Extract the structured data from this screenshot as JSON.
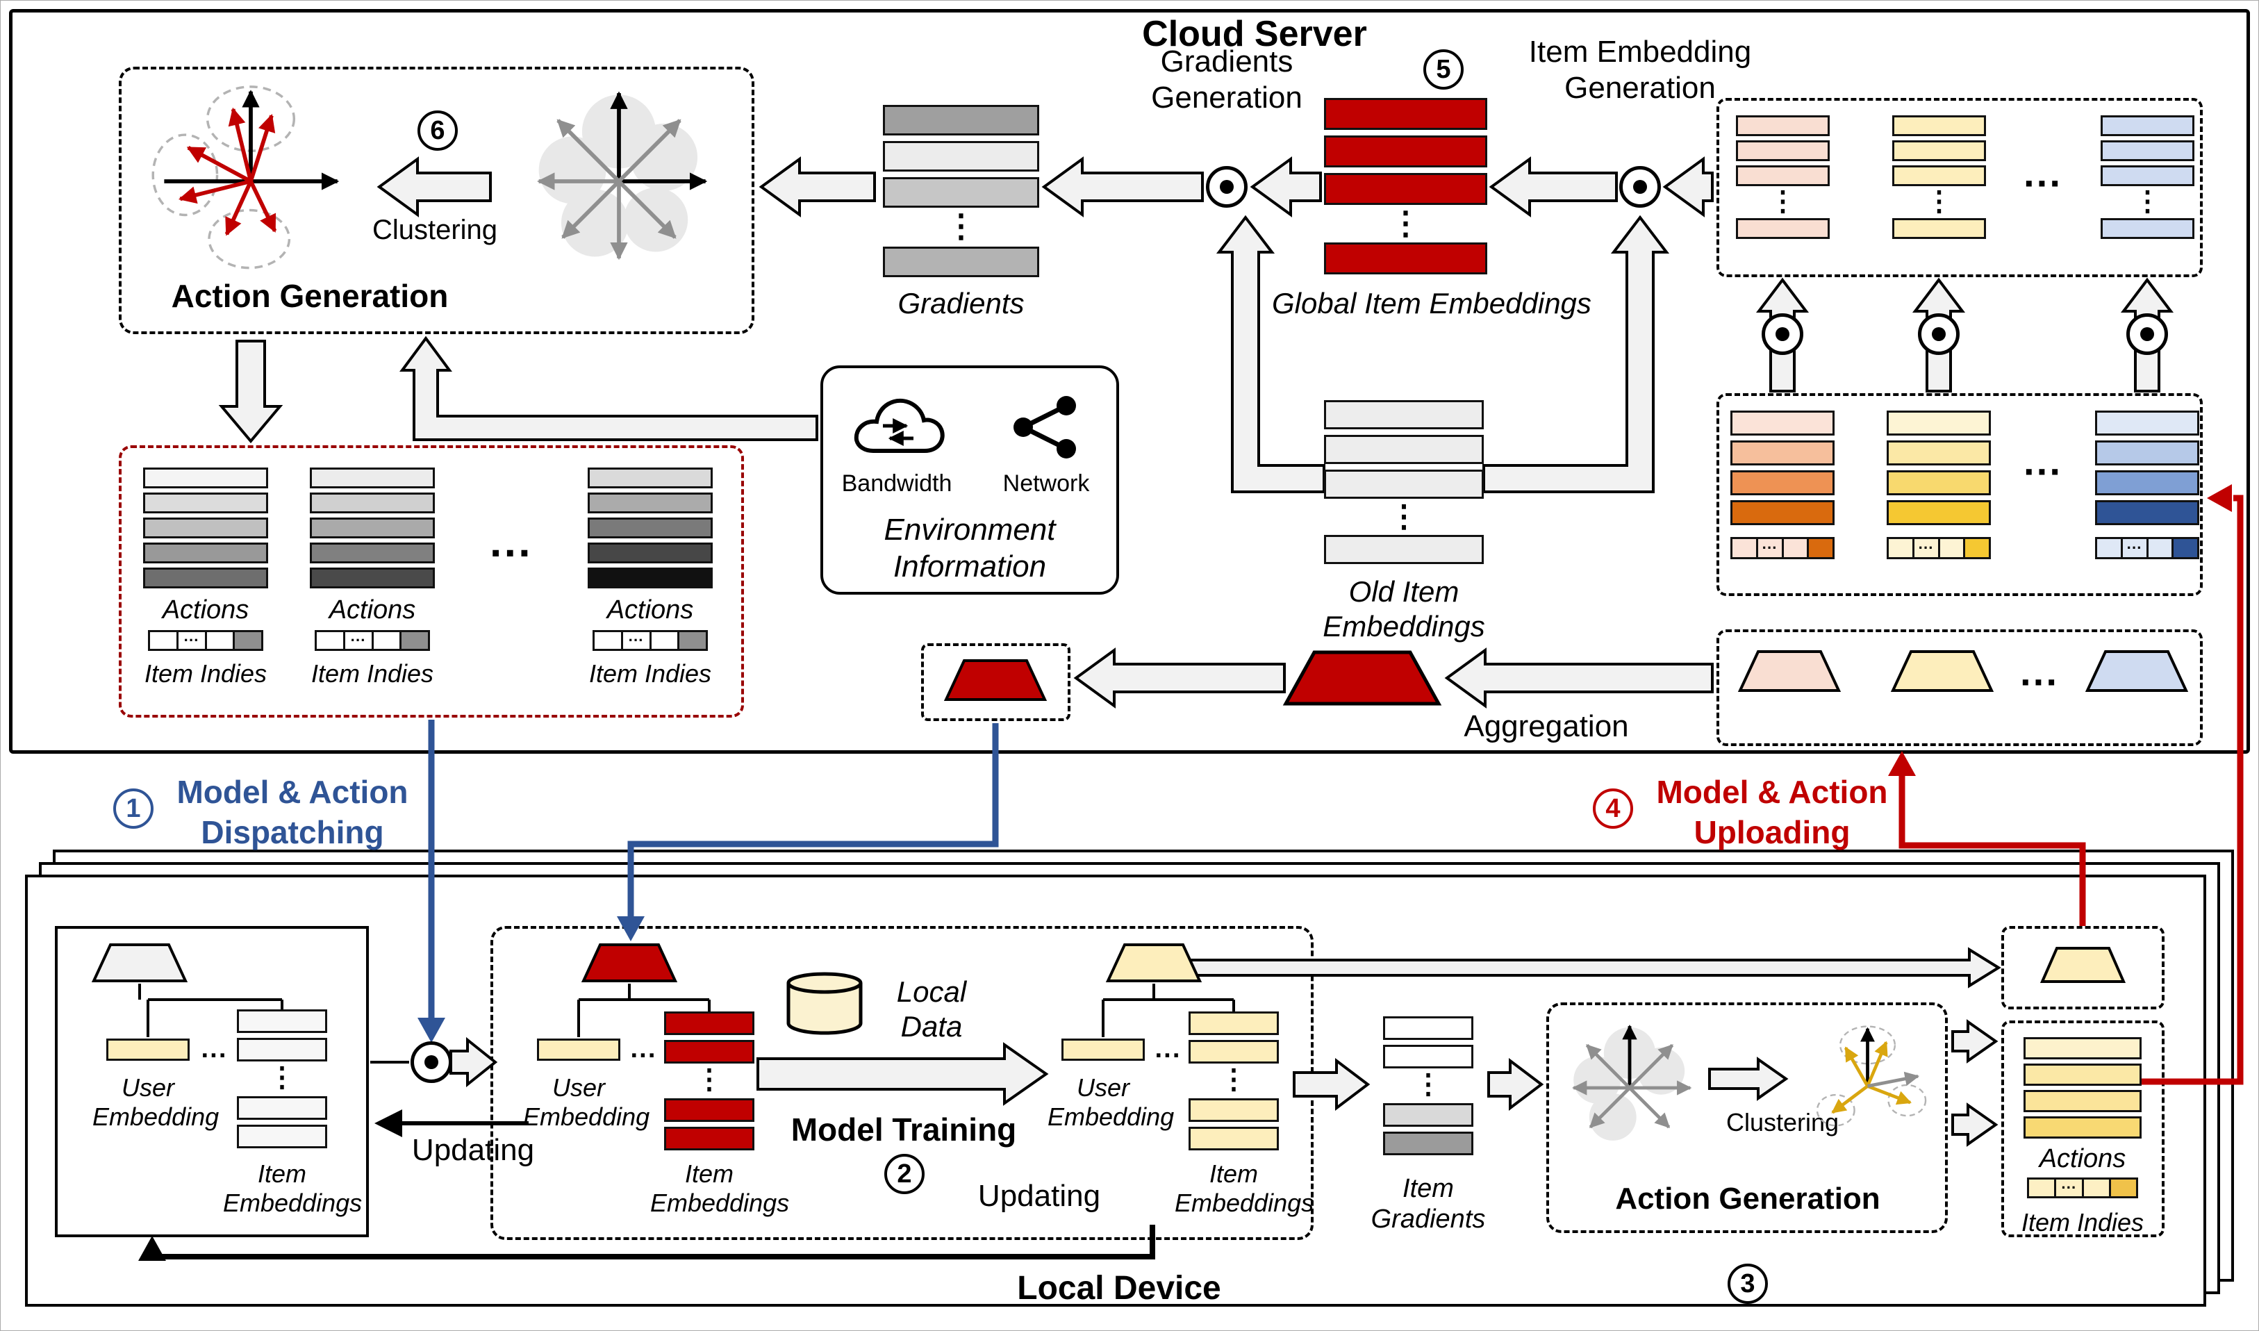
{
  "colors": {
    "red": "#c00000",
    "blue": "#2f5496",
    "yellow_light": "#fdeebc",
    "panel_gray": "#f2f2f2"
  },
  "misc": {
    "vdots": "⋮",
    "hdots": "···"
  },
  "cloud": {
    "title": "Cloud Server",
    "action_generation": {
      "number": "6",
      "clustering": "Clustering",
      "title": "Action Generation"
    },
    "gradients_label": "Gradients",
    "gradients_generation": {
      "line1": "Gradients",
      "line2": "Generation"
    },
    "step_number": "5",
    "item_embedding_generation": {
      "line1": "Item Embedding",
      "line2": "Generation"
    },
    "global_item_embeddings_label": "Global Item Embeddings",
    "old_item_embeddings": {
      "line1": "Old Item",
      "line2": "Embeddings"
    },
    "environment": {
      "bandwidth": "Bandwidth",
      "network": "Network",
      "line1": "Environment",
      "line2": "Information"
    },
    "actions_label": "Actions",
    "item_indies_label": "Item Indies",
    "aggregation_label": "Aggregation"
  },
  "dispatch": {
    "number": "1",
    "line1": "Model & Action",
    "line2": "Dispatching"
  },
  "upload": {
    "number": "4",
    "line1": "Model & Action",
    "line2": "Uploading"
  },
  "device": {
    "title": "Local Device",
    "user_embedding": {
      "line1": "User",
      "line2": "Embedding"
    },
    "item_embeddings": {
      "line1": "Item",
      "line2": "Embeddings"
    },
    "local_data": {
      "line1": "Local",
      "line2": "Data"
    },
    "model_training": {
      "title": "Model Training",
      "number": "2"
    },
    "updating_left": "Updating",
    "updating_right": "Updating",
    "item_gradients": {
      "line1": "Item",
      "line2": "Gradients"
    },
    "action_generation": {
      "title": "Action Generation",
      "number": "3",
      "clustering": "Clustering"
    },
    "actions_label": "Actions",
    "item_indies_label": "Item Indies"
  }
}
